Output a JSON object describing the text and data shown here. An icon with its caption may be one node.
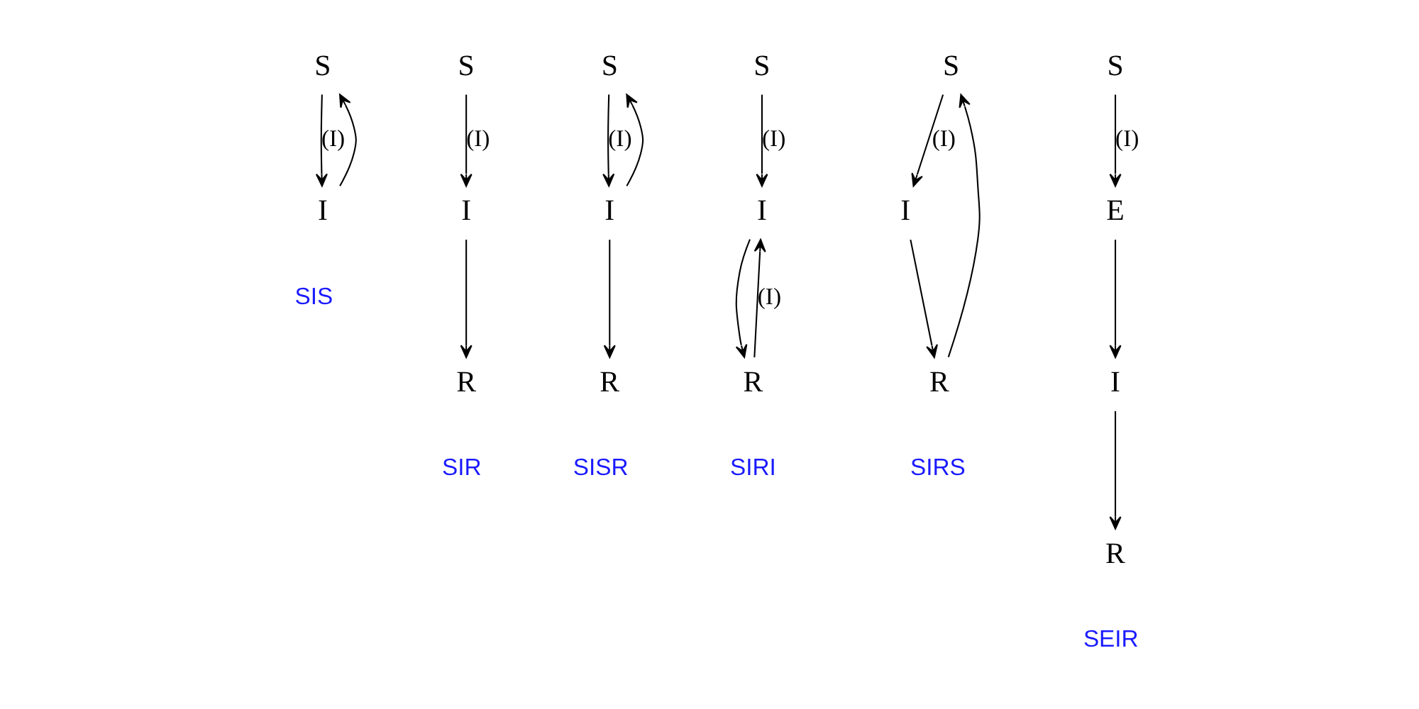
{
  "diagram": {
    "nodes": [
      {
        "text": [
          "S"
        ]
      },
      {
        "text": [
          "I"
        ]
      },
      {
        "text": [
          "S"
        ]
      },
      {
        "text": [
          "R"
        ]
      },
      {
        "text": [
          "I"
        ]
      },
      {
        "text": [
          "S"
        ]
      },
      {
        "text": [
          "R"
        ]
      },
      {
        "text": [
          "I"
        ]
      },
      {
        "text": [
          "S"
        ]
      },
      {
        "text": [
          "R"
        ]
      },
      {
        "text": [
          "I"
        ]
      },
      {
        "text": [
          "S"
        ]
      },
      {
        "text": [
          "R"
        ]
      },
      {
        "text": [
          "I"
        ]
      },
      {
        "text": [
          "S"
        ]
      },
      {
        "text": [
          "E"
        ]
      },
      {
        "text": [
          "R"
        ]
      },
      {
        "text": [
          "I"
        ]
      }
    ],
    "edges": [
      {
        "from": 0,
        "to": 1,
        "arrow": "to",
        "label": "(I)"
      },
      {
        "from": 1,
        "to": 0,
        "arrow": "to"
      },
      {
        "from": 2,
        "to": 4,
        "arrow": "to",
        "label": "(I)"
      },
      {
        "from": 4,
        "to": 3,
        "arrow": "to"
      },
      {
        "from": 5,
        "to": 7,
        "arrow": "to",
        "label": "(I)"
      },
      {
        "from": 7,
        "to": 5,
        "arrow": "to"
      },
      {
        "from": 7,
        "to": 6,
        "arrow": "to"
      },
      {
        "from": 8,
        "to": 10,
        "arrow": "to",
        "label": "(I)"
      },
      {
        "from": 9,
        "to": 10,
        "arrow": "to",
        "label": "(I)"
      },
      {
        "from": 10,
        "to": 9,
        "arrow": "to"
      },
      {
        "from": 11,
        "to": 13,
        "arrow": "to",
        "label": "(I)"
      },
      {
        "from": 13,
        "to": 12,
        "arrow": "to"
      },
      {
        "from": 12,
        "to": 11,
        "arrow": "to"
      },
      {
        "from": 14,
        "to": 15,
        "arrow": "to",
        "label": "(I)"
      },
      {
        "from": 15,
        "to": 17,
        "arrow": "to"
      },
      {
        "from": 17,
        "to": 16,
        "arrow": "to"
      }
    ],
    "labels": [
      "SIS",
      "SIR",
      "SISR",
      "SIRI",
      "SIRS",
      "SEIR"
    ]
  }
}
